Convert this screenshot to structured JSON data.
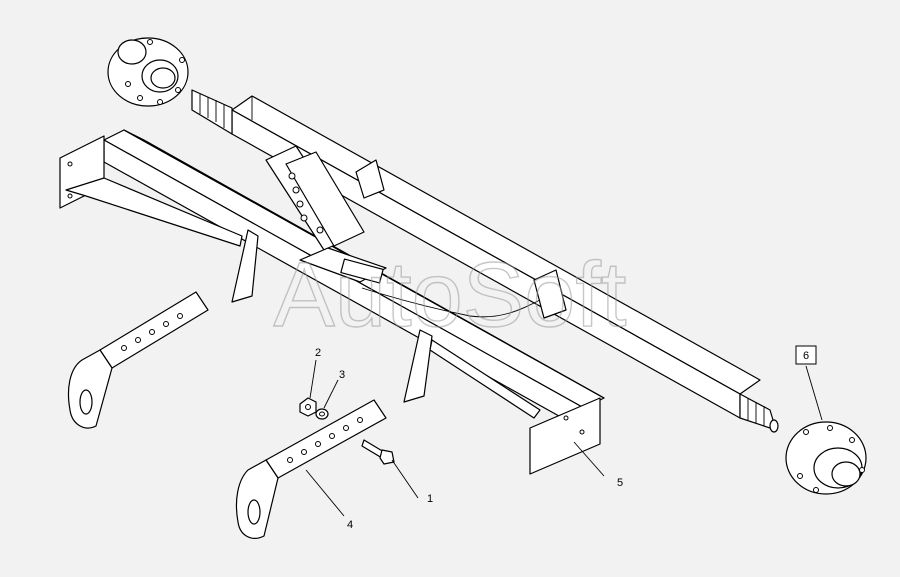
{
  "watermark": "AutoSoft",
  "callouts": [
    {
      "id": "1",
      "label": "1"
    },
    {
      "id": "2",
      "label": "2"
    },
    {
      "id": "3",
      "label": "3"
    },
    {
      "id": "4",
      "label": "4"
    },
    {
      "id": "5",
      "label": "5"
    },
    {
      "id": "6",
      "label": "6",
      "boxed": true
    }
  ]
}
